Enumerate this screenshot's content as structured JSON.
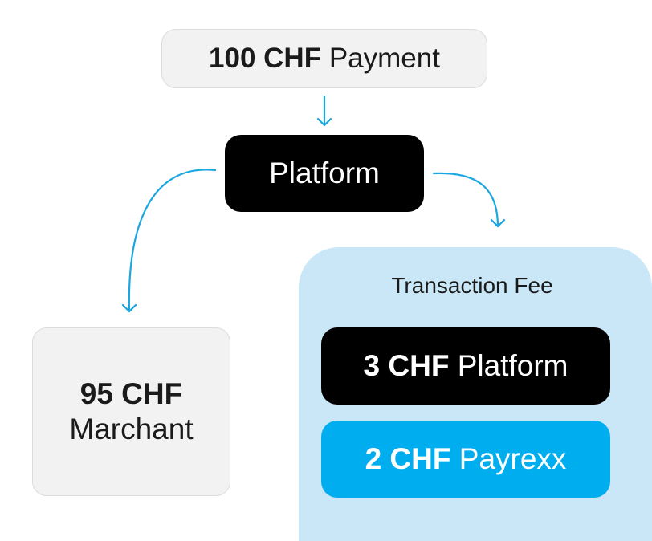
{
  "payment": {
    "amount": "100 CHF",
    "label": "Payment"
  },
  "platform": {
    "label": "Platform"
  },
  "merchant": {
    "amount": "95 CHF",
    "label": "Marchant"
  },
  "transaction_fee": {
    "title": "Transaction Fee",
    "platform": {
      "amount": "3 CHF",
      "label": "Platform"
    },
    "payrexx": {
      "amount": "2 CHF",
      "label": "Payrexx"
    }
  },
  "colors": {
    "arrow": "#1aa6e0",
    "accent": "#00aeef",
    "panel": "#c9e7f6",
    "dark": "#000000",
    "light": "#f2f2f2"
  }
}
